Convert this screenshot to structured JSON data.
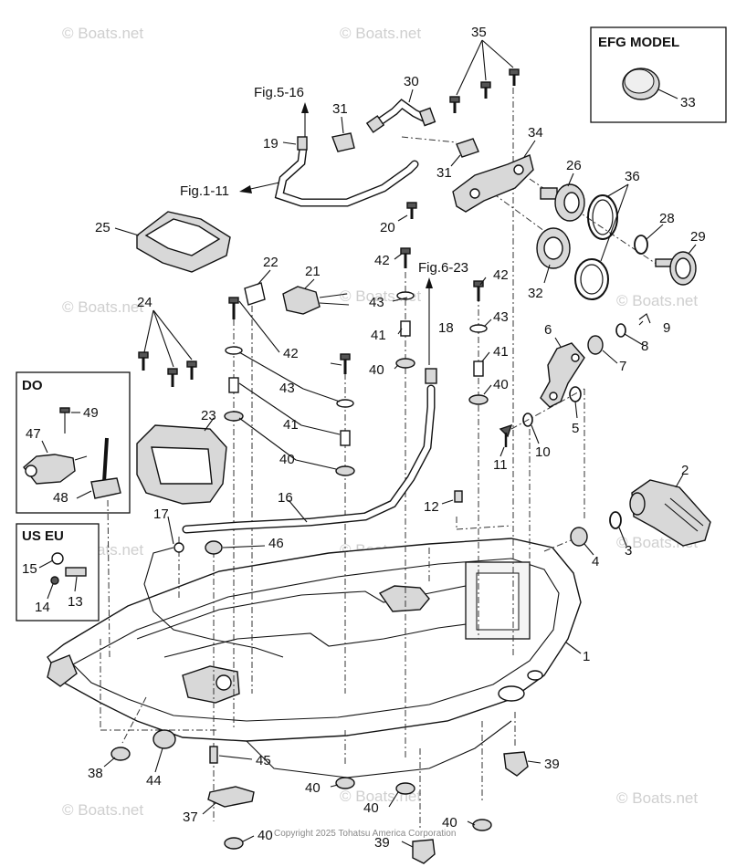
{
  "boxes": {
    "efg": {
      "title": "EFG MODEL",
      "part": "33"
    },
    "do": {
      "title": "DO",
      "parts": [
        "49",
        "47",
        "48"
      ]
    },
    "useu": {
      "title": "US EU",
      "parts": [
        "15",
        "13",
        "14"
      ]
    }
  },
  "references": {
    "fig5": "Fig.5-16",
    "fig1": "Fig.1-11",
    "fig6": "Fig.6-23"
  },
  "callouts": {
    "c35": "35",
    "c30": "30",
    "c31a": "31",
    "c19": "19",
    "c31b": "31",
    "c34": "34",
    "c26": "26",
    "c36": "36",
    "c20": "20",
    "c25": "25",
    "c28": "28",
    "c29": "29",
    "c42a": "42",
    "c22": "22",
    "c21": "21",
    "c42b": "42",
    "c32": "32",
    "c24": "24",
    "c43a": "43",
    "c43b": "43",
    "c18": "18",
    "c42c": "42",
    "c6": "6",
    "c9": "9",
    "c41a": "41",
    "c8": "8",
    "c7": "7",
    "c40a": "40",
    "c41b": "41",
    "c40b": "40",
    "c43c": "43",
    "c5": "5",
    "c23": "23",
    "c41c": "41",
    "c10": "10",
    "c40c": "40",
    "c11": "11",
    "c2": "2",
    "c16": "16",
    "c12": "12",
    "c17": "17",
    "c46": "46",
    "c3": "3",
    "c4": "4",
    "c1": "1",
    "c45": "45",
    "c38": "38",
    "c44": "44",
    "c39a": "39",
    "c40d": "40",
    "c37": "37",
    "c40e": "40",
    "c40f": "40",
    "c40g": "40",
    "c39b": "39"
  },
  "watermark": "© Boats.net",
  "copyright": "Copyright 2025 Tohatsu America Corporation"
}
